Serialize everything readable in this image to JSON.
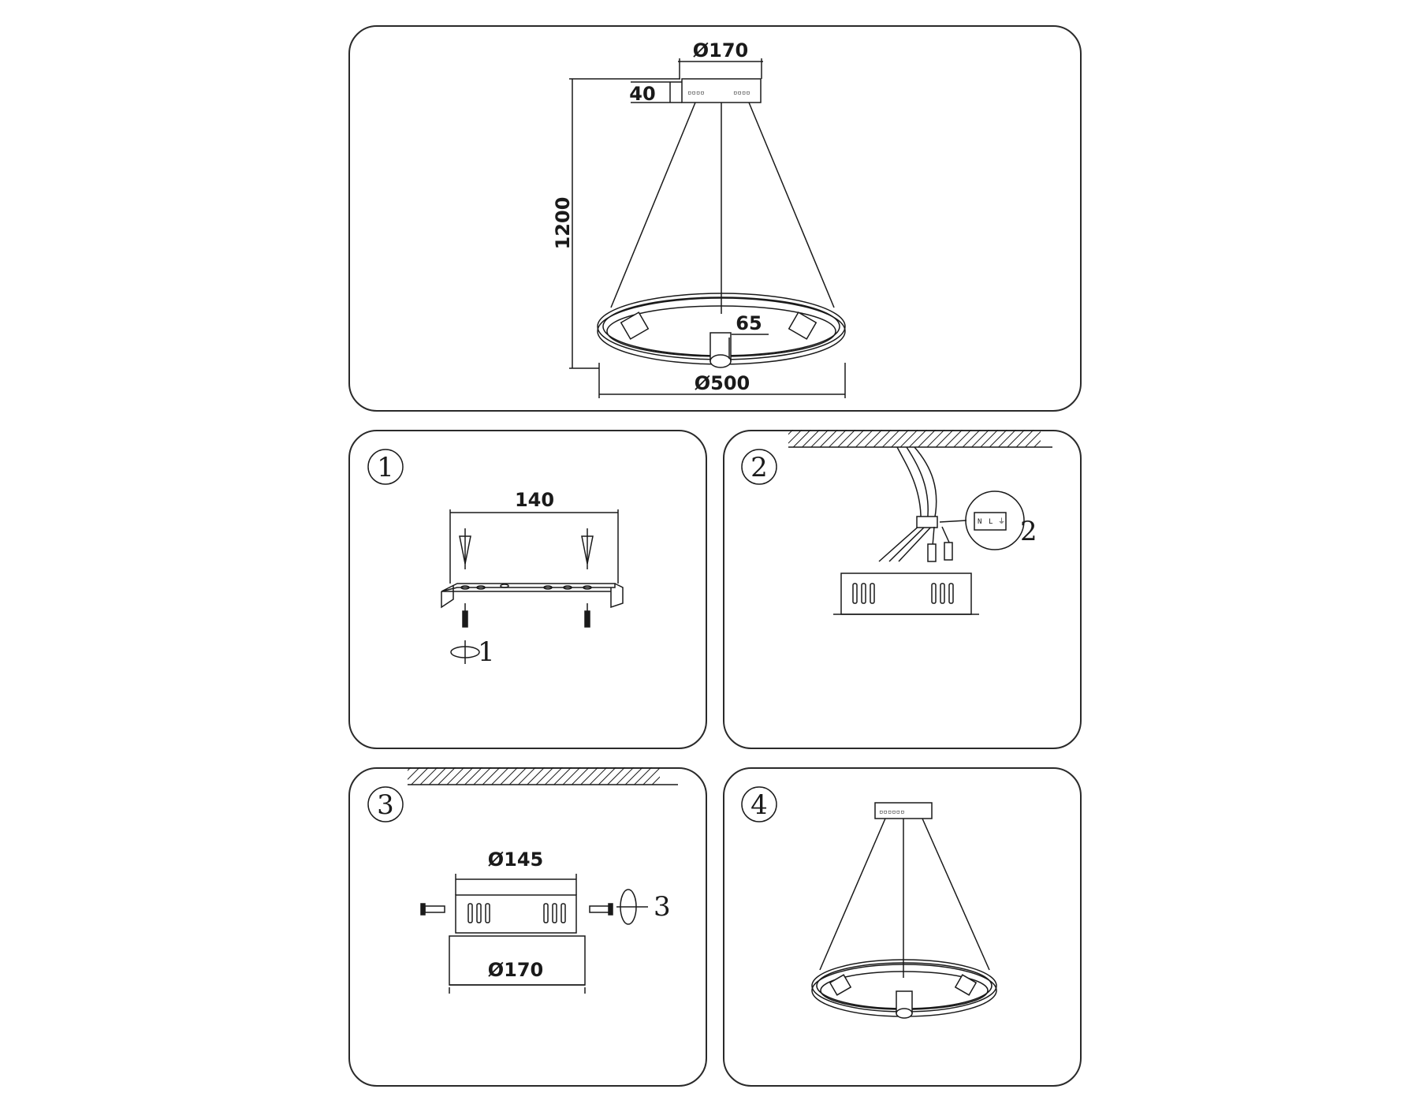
{
  "overview": {
    "canopy_diameter": "Ø170",
    "canopy_height": "40",
    "total_height": "1200",
    "spot_size": "65",
    "ring_diameter": "Ø500"
  },
  "step1": {
    "number": "1",
    "bracket_width": "140",
    "callout": "1"
  },
  "step2": {
    "number": "2",
    "callout": "2",
    "terminal_labels": [
      "N",
      "L",
      "⏚"
    ]
  },
  "step3": {
    "number": "3",
    "inner_diameter": "Ø145",
    "outer_diameter": "Ø170",
    "callout": "3"
  },
  "step4": {
    "number": "4"
  }
}
